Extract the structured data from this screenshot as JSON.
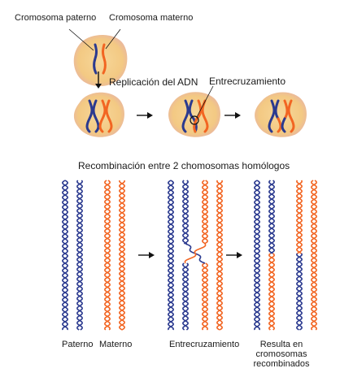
{
  "colors": {
    "paternal": "#2b3a8f",
    "maternal": "#f26522",
    "cell_fill": "#f3c983",
    "cell_edge": "#e7b98c",
    "arrow": "#111111"
  },
  "top_diagram": {
    "label_paternal": "Cromosoma paterno",
    "label_maternal": "Cromosoma materno",
    "label_replication": "Replicación del ADN",
    "label_crossover": "Entrecruzamiento"
  },
  "bottom_diagram": {
    "title": "Recombinación entre 2  chomosomas homólogos",
    "label_paternal": "Paterno",
    "label_maternal": "Materno",
    "label_crossover": "Entrecruzamiento",
    "label_result": "Resulta en cromosomas recombinados",
    "label_result_lines": [
      "Resulta en",
      "cromosomas",
      "recombinados"
    ]
  },
  "icons": [
    "arrow-right-icon",
    "arrow-down-icon"
  ]
}
